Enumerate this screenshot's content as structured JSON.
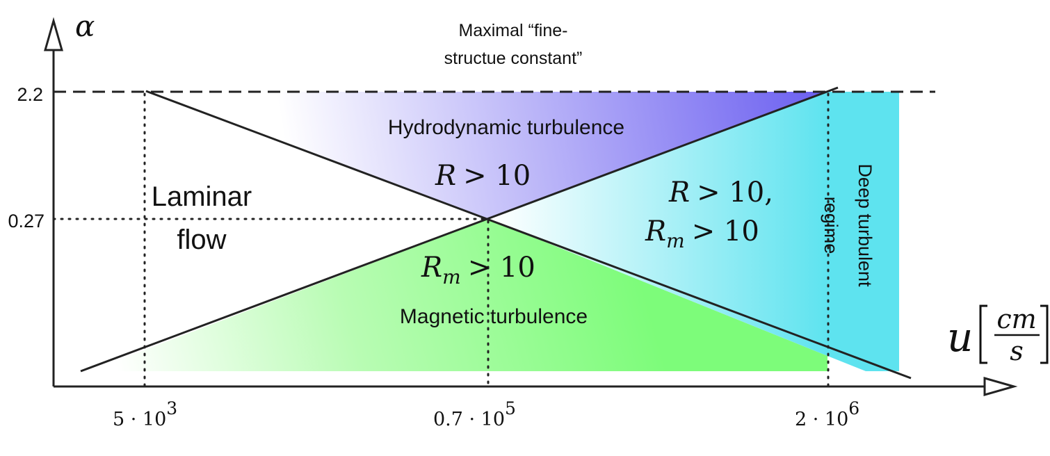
{
  "axes": {
    "y_symbol": "α",
    "x_symbol": "u",
    "x_unit_num": "cm",
    "x_unit_den": "s",
    "y_ticks": [
      "2.2",
      "0.27"
    ],
    "x_ticks": [
      {
        "base": "5 · 10",
        "exp": "3"
      },
      {
        "base": "0.7 · 10",
        "exp": "5"
      },
      {
        "base": "2 · 10",
        "exp": "6"
      }
    ]
  },
  "top_label": {
    "line1": "Maximal “fine-",
    "line2": "structue constant”"
  },
  "regions": {
    "hydro": {
      "label": "Hydrodynamic turbulence",
      "cond_r": "R",
      "cond_op": "> 10"
    },
    "laminar": {
      "line1": "Laminar",
      "line2": "flow"
    },
    "magnetic": {
      "label": "Magnetic turbulence",
      "cond_r": "R",
      "cond_sub": "m",
      "cond_op": "> 10"
    },
    "both": {
      "line1_r": "R",
      "line1_op": "> 10,",
      "line2_r": "R",
      "line2_sub": "m",
      "line2_op": "> 10"
    },
    "deep": {
      "line1": "Deep turbulent",
      "line2": "regime"
    }
  },
  "colors": {
    "hydro": "#6a5ef0",
    "magnetic": "#7dfc7a",
    "deep": "#5ee3ef",
    "line": "#222222"
  }
}
